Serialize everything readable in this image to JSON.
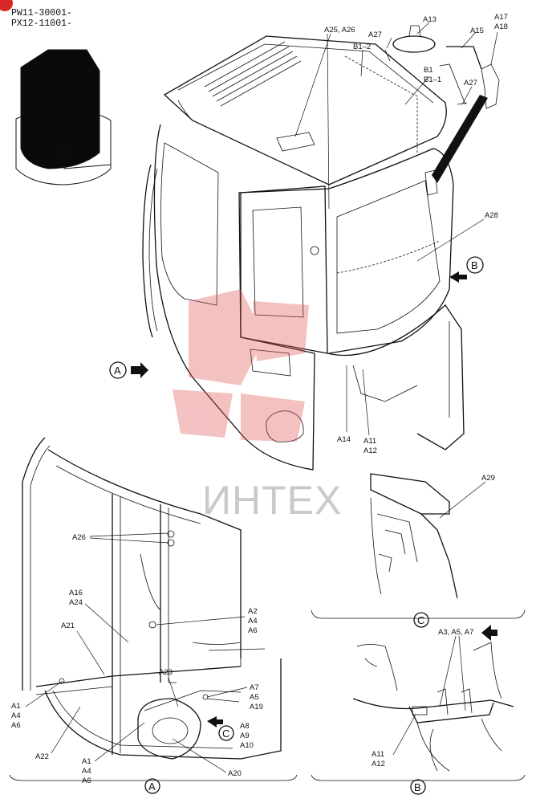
{
  "header": {
    "line1": "PW11-30001-",
    "line2": "PX12-11001-"
  },
  "watermark": {
    "text": "ИНТЕХ",
    "color": "#e05050"
  },
  "views": {
    "A": "A",
    "B": "B",
    "C": "C"
  },
  "labels": {
    "a25_a26": "A25, A26",
    "a27_top": "A27",
    "a13": "A13",
    "a17": "A17",
    "a18": "A18",
    "a15": "A15",
    "b1_2": "B1–2",
    "b1": "B1",
    "b1_1": "B1–1",
    "a27_right": "A27",
    "a28": "A28",
    "a14": "A14",
    "a11_top": "A11",
    "a12_top": "A12",
    "a29": "A29",
    "a26": "A26",
    "a16": "A16",
    "a24": "A24",
    "a2": "A2",
    "a4_1": "A4",
    "a6_1": "A6",
    "a21": "A21",
    "a1_left": "A1",
    "a4_left": "A4",
    "a6_left": "A6",
    "a23": "A23",
    "a7": "A7",
    "a5": "A5",
    "a19": "A19",
    "a8": "A8",
    "a9": "A9",
    "a10": "A10",
    "a22": "A22",
    "a1_bot": "A1",
    "a4_bot": "A4",
    "a6_bot": "A6",
    "a20": "A20",
    "a3_a5_a7": "A3, A5, A7",
    "a11_bot": "A11",
    "a12_bot": "A12"
  }
}
